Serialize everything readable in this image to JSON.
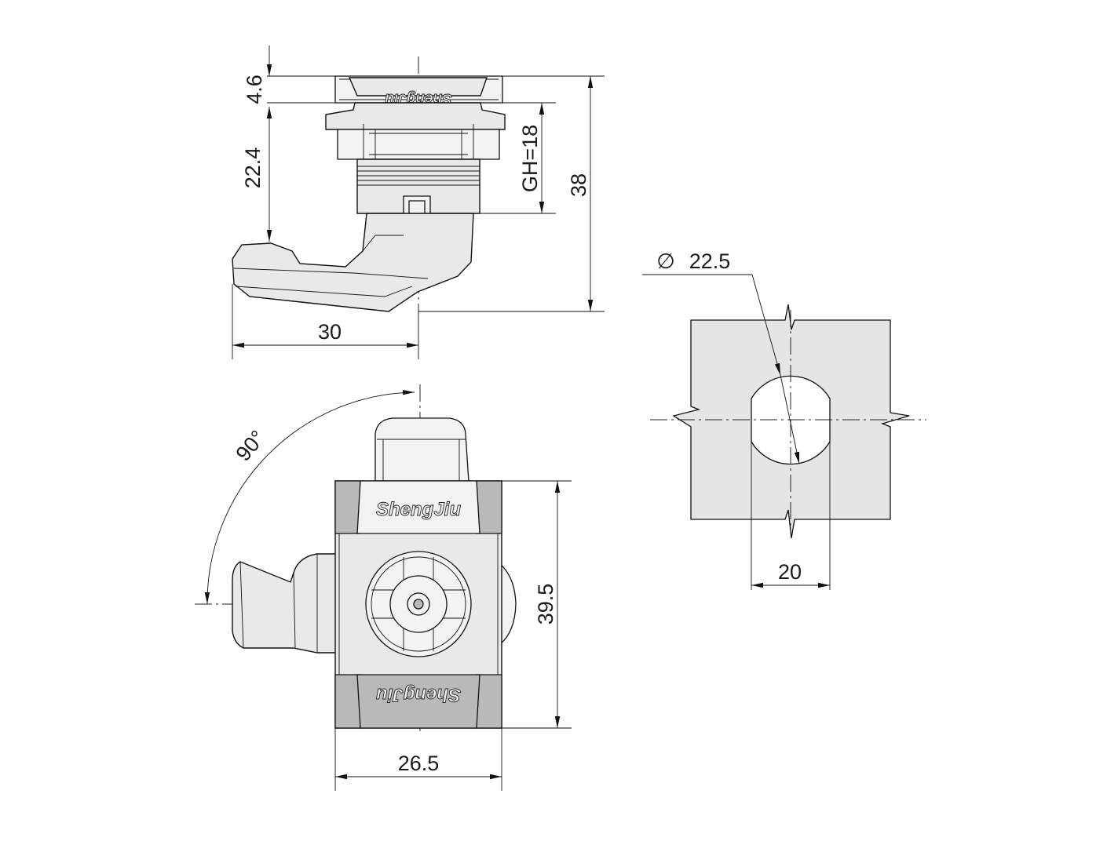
{
  "side_view": {
    "dim_flange": "4.6",
    "dim_body": "22.4",
    "dim_grip": "GH=18",
    "dim_total_height": "38",
    "dim_handle_length": "30",
    "brand_mirrored": "ShengJiu"
  },
  "front_view": {
    "dim_rotation": "90°",
    "dim_height": "39.5",
    "dim_width": "26.5",
    "brand_top": "ShengJiu",
    "brand_bottom": "ShengJiu"
  },
  "cutout_view": {
    "dim_diameter": "22.5",
    "dim_flat": "20"
  },
  "colors": {
    "line": "#111111",
    "part_fill": "#e9e9e9",
    "plate_fill": "#e5e5e5",
    "dark_pad": "#b9b9b9"
  }
}
